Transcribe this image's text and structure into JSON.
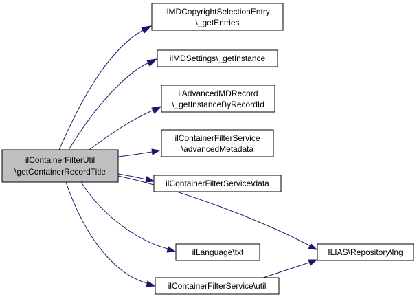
{
  "diagram": {
    "type": "call-graph",
    "root": {
      "id": "root",
      "lines": [
        "ilContainerFilterUtil",
        "\\getContainerRecordTitle"
      ]
    },
    "nodes": [
      {
        "id": "copyright_get_entries",
        "lines": [
          "ilMDCopyrightSelectionEntry",
          "\\_getEntries"
        ]
      },
      {
        "id": "md_settings_get_instance",
        "lines": [
          "ilMDSettings\\_getInstance"
        ]
      },
      {
        "id": "advanced_md_record_get_instance",
        "lines": [
          "ilAdvancedMDRecord",
          "\\_getInstanceByRecordId"
        ]
      },
      {
        "id": "filter_service_advanced_metadata",
        "lines": [
          "ilContainerFilterService",
          "\\advancedMetadata"
        ]
      },
      {
        "id": "filter_service_data",
        "lines": [
          "ilContainerFilterService\\data"
        ]
      },
      {
        "id": "language_txt",
        "lines": [
          "ilLanguage\\txt"
        ]
      },
      {
        "id": "filter_service_util",
        "lines": [
          "ilContainerFilterService\\util"
        ]
      },
      {
        "id": "repository_lng",
        "lines": [
          "ILIAS\\Repository\\lng"
        ]
      }
    ],
    "edges": [
      {
        "from": "root",
        "to": "copyright_get_entries"
      },
      {
        "from": "root",
        "to": "md_settings_get_instance"
      },
      {
        "from": "root",
        "to": "advanced_md_record_get_instance"
      },
      {
        "from": "root",
        "to": "filter_service_advanced_metadata"
      },
      {
        "from": "root",
        "to": "filter_service_data"
      },
      {
        "from": "root",
        "to": "repository_lng"
      },
      {
        "from": "root",
        "to": "language_txt"
      },
      {
        "from": "root",
        "to": "filter_service_util"
      },
      {
        "from": "filter_service_util",
        "to": "repository_lng"
      }
    ],
    "colors": {
      "edge": "#191970",
      "root_fill": "#bfbfbf",
      "node_fill": "#ffffff",
      "border": "#000000"
    }
  }
}
